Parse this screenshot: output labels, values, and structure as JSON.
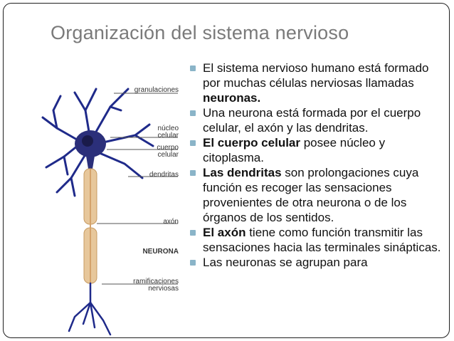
{
  "title": "Organización del sistema nervioso",
  "labels": {
    "granulaciones": "granulaciones",
    "nucleo_1": "núcleo",
    "nucleo_2": "celular",
    "cuerpo_1": "cuerpo",
    "cuerpo_2": "celular",
    "dendritas": "dendritas",
    "axon": "axón",
    "neurona": "NEURONA",
    "ramificaciones_1": "ramificaciones",
    "ramificaciones_2": "nerviosas"
  },
  "bullets": [
    {
      "pre": "El sistema nervioso humano está formado por muchas células nerviosas llamadas ",
      "bold": "neuronas.",
      "post": ""
    },
    {
      "pre": "Una neurona está formada por el cuerpo celular, el axón y las dendritas.",
      "bold": "",
      "post": ""
    },
    {
      "pre": "",
      "bold": "El cuerpo celular",
      "post": " posee núcleo y citoplasma."
    },
    {
      "pre": "",
      "bold": "Las dendritas",
      "post": " son prolongaciones cuya función es recoger las sensaciones provenientes de otra neurona o de los órganos de los sentidos."
    },
    {
      "pre": "",
      "bold": "El axón",
      "post": " tiene como función transmitir las sensaciones hacia las terminales sinápticas."
    },
    {
      "pre": "Las neuronas se agrupan para",
      "bold": "",
      "post": ""
    }
  ],
  "colors": {
    "title": "#7a7a7a",
    "bullet_marker": "#8ab4c8",
    "neuron_body": "#2b2f7a",
    "axon_sheath": "#e7c79b"
  }
}
